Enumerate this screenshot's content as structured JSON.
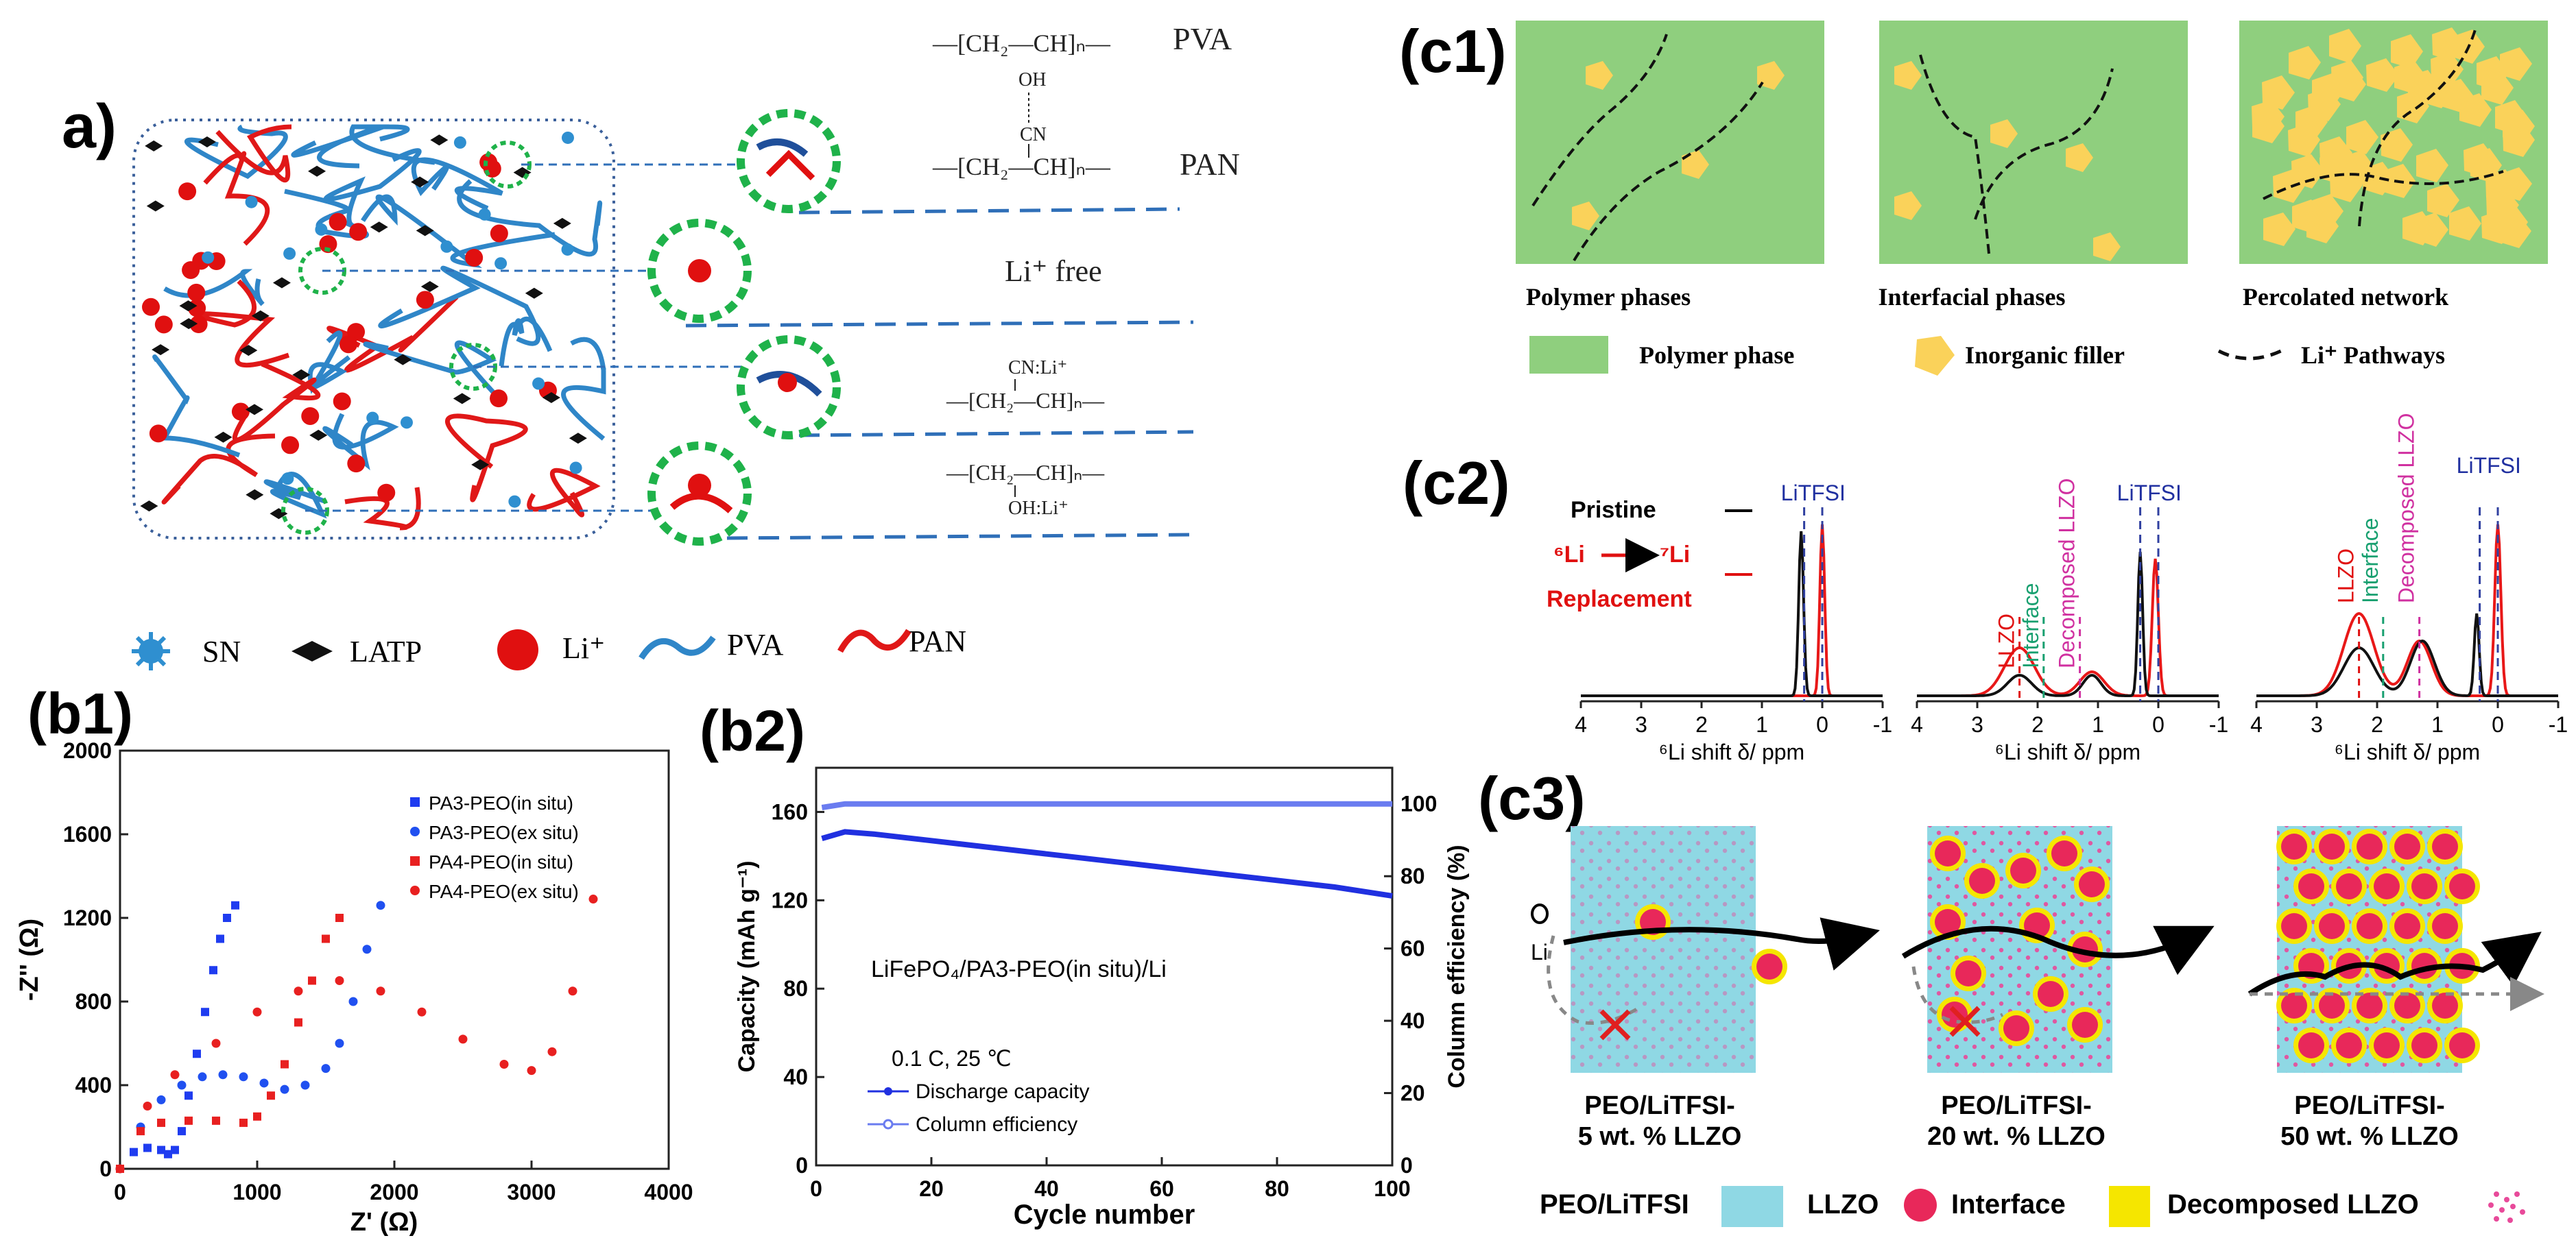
{
  "panel_labels": {
    "a": "a)",
    "b1": "(b1)",
    "b2": "(b2)",
    "c1": "(c1)",
    "c2": "(c2)",
    "c3": "(c3)"
  },
  "a": {
    "formulas": {
      "pva_chain": "—[CH₂—CH]ₙ—",
      "pva_side": "OH",
      "pva_name": "PVA",
      "cn": "CN",
      "pan_chain": "—[CH₂—CH]ₙ—",
      "pan_name": "PAN",
      "li_free": "Li⁺ free",
      "cnli_side": "CN:Li⁺",
      "cnli_chain": "—[CH₂—CH]ₙ—",
      "ohli_chain": "—[CH₂—CH]ₙ—",
      "ohli_side": "OH:Li⁺"
    },
    "legend": [
      {
        "name": "SN",
        "color": "#2f8fd0"
      },
      {
        "name": "LATP",
        "color": "#111111"
      },
      {
        "name": "Li⁺",
        "color": "#e01010"
      },
      {
        "name": "PVA",
        "color": "#2f86c8"
      },
      {
        "name": "PAN",
        "color": "#e01818"
      }
    ]
  },
  "b1": {
    "ylabel": "-Z'' (Ω)",
    "xlabel": "Z' (Ω)",
    "xticks": [
      "0",
      "1000",
      "2000",
      "3000",
      "4000"
    ],
    "yticks": [
      "0",
      "400",
      "800",
      "1200",
      "1600",
      "2000"
    ],
    "legend": [
      "PA3-PEO(in situ)",
      "PA3-PEO(ex situ)",
      "PA4-PEO(in situ)",
      "PA4-PEO(ex situ)"
    ]
  },
  "b2": {
    "ylabel": "Capacity (mAh g⁻¹)",
    "y2label": "Column efficiency (%)",
    "xlabel": "Cycle number",
    "xticks": [
      "0",
      "20",
      "40",
      "60",
      "80",
      "100"
    ],
    "yticks": [
      "0",
      "40",
      "80",
      "120",
      "160"
    ],
    "y2ticks": [
      "0",
      "20",
      "40",
      "60",
      "80",
      "100"
    ],
    "cell": "LiFePO₄/PA3-PEO(in situ)/Li",
    "condition": "0.1 C, 25 ℃",
    "legend": [
      "Discharge capacity",
      "Column efficiency"
    ]
  },
  "c1": {
    "captions": [
      "Polymer phases",
      "Interfacial phases",
      "Percolated network"
    ],
    "legend": [
      "Polymer phase",
      "Inorganic filler",
      "Li⁺ Pathways"
    ],
    "colors": {
      "polymer": "#8fcf7e",
      "filler": "#fad25a"
    }
  },
  "c2": {
    "litfsi": "LiTFSI",
    "pristine": "Pristine",
    "li6": "⁶Li",
    "li7": "⁷Li",
    "replacement": "Replacement",
    "peak_labels": [
      "LLZO",
      "Interface",
      "Decomposed LLZO"
    ],
    "xlabel": "⁶Li shift δ/ ppm",
    "xticks": [
      "4",
      "3",
      "2",
      "1",
      "0",
      "-1"
    ]
  },
  "c3": {
    "li": "Li",
    "captions": [
      [
        "PEO/LiTFSI-",
        "5 wt. % LLZO"
      ],
      [
        "PEO/LiTFSI-",
        "20 wt. % LLZO"
      ],
      [
        "PEO/LiTFSI-",
        "50 wt. % LLZO"
      ]
    ],
    "legend": [
      "PEO/LiTFSI",
      "LLZO",
      "Interface",
      "Decomposed LLZO"
    ],
    "colors": {
      "peo": "#8fd8e4",
      "llzo": "#e8285a",
      "interface": "#f5e600",
      "decomposed": "#e84a9a"
    }
  },
  "chart_data": [
    {
      "type": "scatter",
      "panel": "b1",
      "xlabel": "Z' (Ω)",
      "ylabel": "-Z'' (Ω)",
      "xlim": [
        0,
        4000
      ],
      "ylim": [
        0,
        2000
      ],
      "series": [
        {
          "name": "PA3-PEO(in situ)",
          "marker": "square",
          "color": "#1f3cf0",
          "x": [
            0,
            100,
            200,
            300,
            350,
            400,
            450,
            500,
            560,
            620,
            680,
            730,
            780,
            840
          ],
          "y": [
            0,
            80,
            100,
            90,
            70,
            90,
            180,
            350,
            550,
            750,
            950,
            1100,
            1200,
            1260
          ]
        },
        {
          "name": "PA3-PEO(ex situ)",
          "marker": "circle",
          "color": "#2050f0",
          "x": [
            0,
            150,
            300,
            450,
            600,
            750,
            900,
            1050,
            1200,
            1350,
            1500,
            1600,
            1700,
            1800,
            1900
          ],
          "y": [
            0,
            200,
            330,
            400,
            440,
            450,
            440,
            410,
            380,
            400,
            480,
            600,
            800,
            1050,
            1260
          ]
        },
        {
          "name": "PA4-PEO(in situ)",
          "marker": "square",
          "color": "#e82020",
          "x": [
            0,
            150,
            300,
            500,
            700,
            900,
            1000,
            1100,
            1200,
            1300,
            1400,
            1500,
            1600
          ],
          "y": [
            0,
            180,
            220,
            230,
            230,
            220,
            250,
            350,
            500,
            700,
            900,
            1100,
            1200
          ]
        },
        {
          "name": "PA4-PEO(ex situ)",
          "marker": "circle",
          "color": "#e82020",
          "x": [
            0,
            200,
            400,
            700,
            1000,
            1300,
            1600,
            1900,
            2200,
            2500,
            2800,
            3000,
            3150,
            3300,
            3450
          ],
          "y": [
            0,
            300,
            450,
            600,
            750,
            850,
            900,
            850,
            750,
            620,
            500,
            470,
            560,
            850,
            1290
          ]
        }
      ]
    },
    {
      "type": "line",
      "panel": "b2",
      "xlabel": "Cycle number",
      "ylabel": "Capacity (mAh g⁻¹)",
      "y2label": "Column efficiency (%)",
      "xlim": [
        0,
        100
      ],
      "ylim": [
        0,
        180
      ],
      "y2lim": [
        0,
        110
      ],
      "series": [
        {
          "name": "Discharge capacity",
          "axis": "left",
          "x": [
            1,
            5,
            10,
            20,
            30,
            40,
            50,
            60,
            70,
            80,
            90,
            100
          ],
          "values": [
            148,
            151,
            150,
            147,
            144,
            141,
            138,
            135,
            132,
            129,
            126,
            122
          ]
        },
        {
          "name": "Column efficiency",
          "axis": "right",
          "x": [
            1,
            5,
            10,
            20,
            40,
            60,
            80,
            100
          ],
          "values": [
            99,
            100,
            100,
            100,
            100,
            100,
            100,
            100
          ]
        }
      ]
    }
  ]
}
